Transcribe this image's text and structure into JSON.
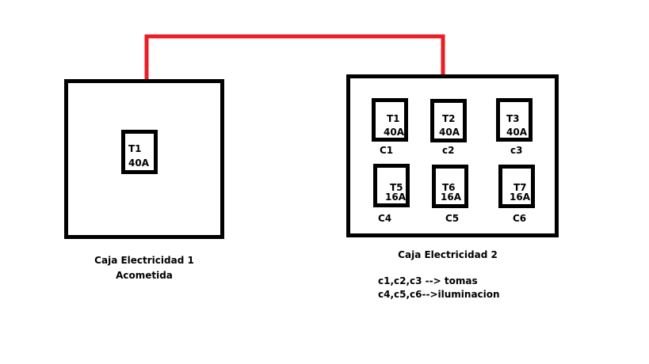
{
  "colors": {
    "wire": "#ed1c24",
    "outline": "#000000",
    "background": "#ffffff"
  },
  "box1": {
    "breaker": {
      "name": "T1",
      "rating": "40A"
    },
    "caption_line1": "Caja Electricidad 1",
    "caption_line2": "Acometida"
  },
  "box2": {
    "breakers": [
      {
        "name": "T1",
        "rating": "40A",
        "circuit": "C1"
      },
      {
        "name": "T2",
        "rating": "40A",
        "circuit": "c2"
      },
      {
        "name": "T3",
        "rating": "40A",
        "circuit": "c3"
      },
      {
        "name": "T5",
        "rating": "16A",
        "circuit": "C4"
      },
      {
        "name": "T6",
        "rating": "16A",
        "circuit": "C5"
      },
      {
        "name": "T7",
        "rating": "16A",
        "circuit": "C6"
      }
    ],
    "caption": "Caja Electricidad 2",
    "notes": [
      "c1,c2,c3 --> tomas",
      "c4,c5,c6-->iluminacion"
    ]
  }
}
